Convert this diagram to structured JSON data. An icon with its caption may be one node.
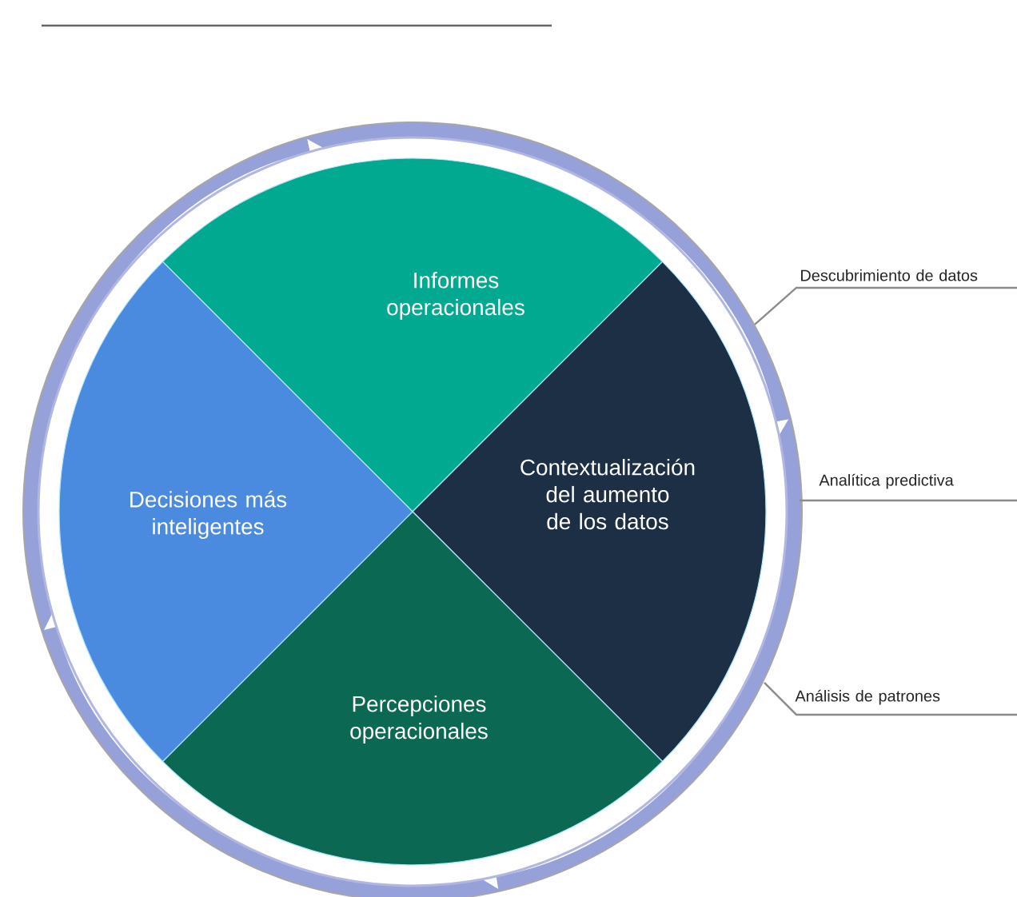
{
  "diagram": {
    "nodes": [
      {
        "text": [
          "Informes operacionales"
        ]
      },
      {
        "text": [
          "Contextualización del aumento de los datos"
        ]
      },
      {
        "text": [
          "Percepciones operacionales"
        ]
      },
      {
        "text": [
          "Decisiones más inteligentes"
        ]
      },
      {
        "text": [
          "Descubrimiento de datos"
        ]
      },
      {
        "text": [
          "Analítica predictiva"
        ]
      },
      {
        "text": [
          "Análisis de patrones"
        ]
      }
    ],
    "edges": [
      {
        "from": 4,
        "to": null,
        "arrow": "none"
      },
      {
        "from": 5,
        "to": null,
        "arrow": "none"
      },
      {
        "from": 6,
        "to": null,
        "arrow": "none"
      }
    ]
  }
}
